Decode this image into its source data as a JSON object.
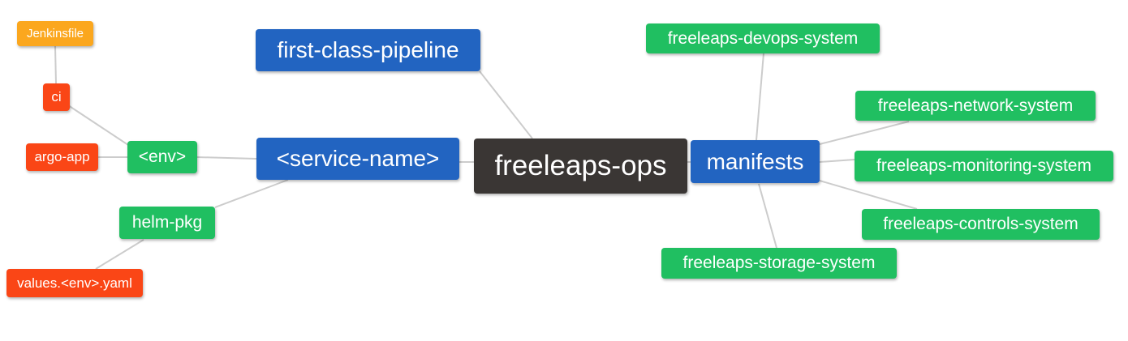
{
  "diagram": {
    "type": "mindmap",
    "root": "freeleaps-ops",
    "palette": {
      "blue": "#2264c1",
      "green": "#20bf61",
      "red_orange": "#fa4616",
      "orange": "#fba71e",
      "dark": "#3a3634",
      "edge": "#cccccc",
      "text": "#ffffff",
      "background": "#ffffff"
    },
    "nodes": {
      "jenkinsfile": {
        "label": "Jenkinsfile",
        "color": "#fba71e"
      },
      "ci": {
        "label": "ci",
        "color": "#fa4616"
      },
      "argo_app": {
        "label": "argo-app",
        "color": "#fa4616"
      },
      "env": {
        "label": "<env>",
        "color": "#20bf61"
      },
      "helm_pkg": {
        "label": "helm-pkg",
        "color": "#20bf61"
      },
      "values_env_yaml": {
        "label": "values.<env>.yaml",
        "color": "#fa4616"
      },
      "first_class_pipeline": {
        "label": "first-class-pipeline",
        "color": "#2264c1"
      },
      "service_name": {
        "label": "<service-name>",
        "color": "#2264c1"
      },
      "freeleaps_ops": {
        "label": "freeleaps-ops",
        "color": "#3a3634"
      },
      "manifests": {
        "label": "manifests",
        "color": "#2264c1"
      },
      "freeleaps_devops_system": {
        "label": "freeleaps-devops-system",
        "color": "#20bf61"
      },
      "freeleaps_network_system": {
        "label": "freeleaps-network-system",
        "color": "#20bf61"
      },
      "freeleaps_monitoring_system": {
        "label": "freeleaps-monitoring-system",
        "color": "#20bf61"
      },
      "freeleaps_controls_system": {
        "label": "freeleaps-controls-system",
        "color": "#20bf61"
      },
      "freeleaps_storage_system": {
        "label": "freeleaps-storage-system",
        "color": "#20bf61"
      }
    },
    "edges": [
      {
        "from": "Jenkinsfile",
        "to": "ci"
      },
      {
        "from": "ci",
        "to": "<env>"
      },
      {
        "from": "argo-app",
        "to": "<env>"
      },
      {
        "from": "<env>",
        "to": "<service-name>"
      },
      {
        "from": "helm-pkg",
        "to": "<service-name>"
      },
      {
        "from": "values.<env>.yaml",
        "to": "helm-pkg"
      },
      {
        "from": "first-class-pipeline",
        "to": "freeleaps-ops"
      },
      {
        "from": "<service-name>",
        "to": "freeleaps-ops"
      },
      {
        "from": "freeleaps-ops",
        "to": "manifests"
      },
      {
        "from": "manifests",
        "to": "freeleaps-devops-system"
      },
      {
        "from": "manifests",
        "to": "freeleaps-network-system"
      },
      {
        "from": "manifests",
        "to": "freeleaps-monitoring-system"
      },
      {
        "from": "manifests",
        "to": "freeleaps-controls-system"
      },
      {
        "from": "manifests",
        "to": "freeleaps-storage-system"
      }
    ]
  }
}
